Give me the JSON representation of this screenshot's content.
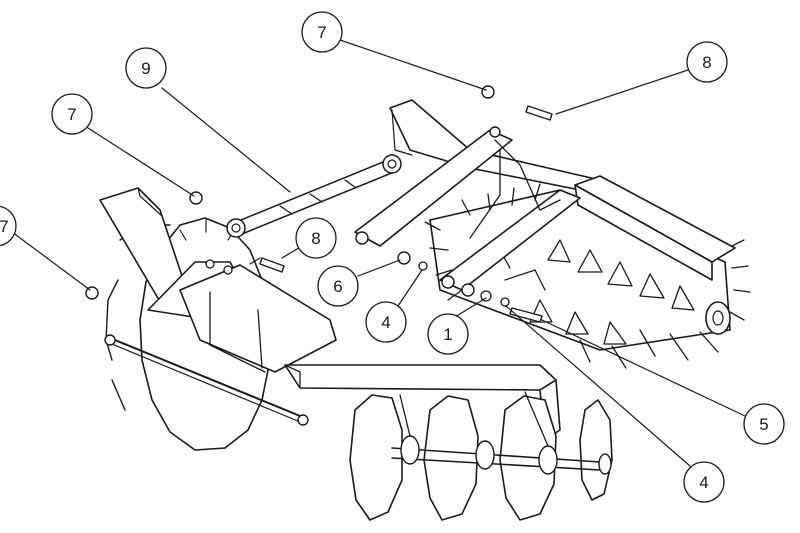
{
  "callouts": [
    {
      "label": "7"
    },
    {
      "label": "8"
    },
    {
      "label": "9"
    },
    {
      "label": "7"
    },
    {
      "label": "7"
    },
    {
      "label": "8"
    },
    {
      "label": "6"
    },
    {
      "label": "4"
    },
    {
      "label": "1"
    },
    {
      "label": "5"
    },
    {
      "label": "4"
    }
  ]
}
